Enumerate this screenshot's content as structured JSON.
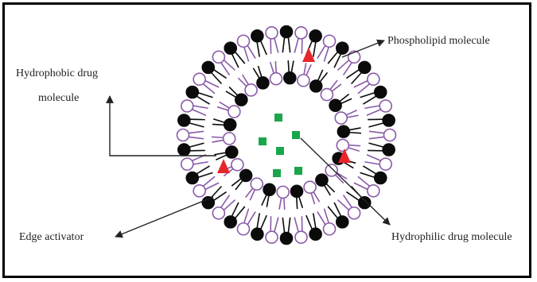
{
  "labels": {
    "phospholipid": "Phospholipid molecule",
    "hydrophobic_line1": "Hydrophobic drug",
    "hydrophobic_line2": "molecule",
    "edge_activator": "Edge activator",
    "hydrophilic": "Hydrophilic drug molecule"
  },
  "colors": {
    "head_filled": "#0b0b0b",
    "head_open": "#8a5aa8",
    "tail": "#8a5aa8",
    "hydrophobic_drug": "#e8252a",
    "hydrophilic_drug": "#1aa64a",
    "arrow": "#222222"
  },
  "icons": {
    "vesicle": "transfersome-vesicle",
    "hydrophobic_drug": "red-triangle",
    "hydrophilic_drug": "green-square"
  }
}
